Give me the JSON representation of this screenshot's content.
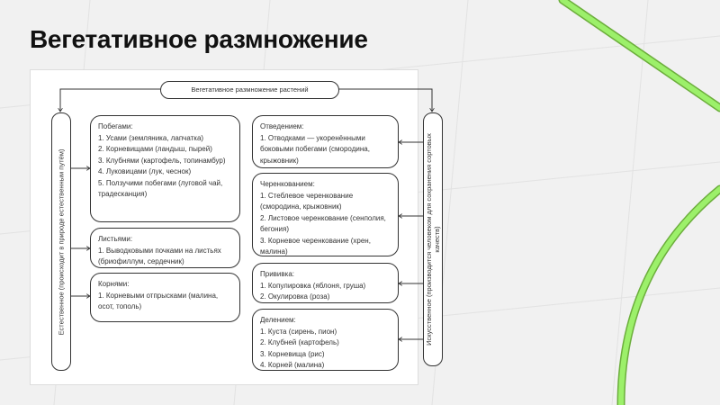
{
  "title": "Вегетативное размножение",
  "root": "Вегетативное размножение растений",
  "natural": "Естественное (происходит в природе естественным путём)",
  "artificial": {
    "line1": "Искусственное (производится человеком для сохранения сортовых",
    "line2": "качеств)"
  },
  "left_boxes": [
    {
      "heading": "Побегами:",
      "items": [
        "1. Усами (земляника, лапчатка)",
        "2. Корневищами (ландыш, пырей)",
        "3. Клубнями (картофель, топинамбур)",
        "4. Луковицами (лук, чеснок)",
        "5. Ползучими побегами (луговой чай, традесканция)"
      ]
    },
    {
      "heading": "Листьями:",
      "items": [
        "1. Выводковыми почками на листьях (бриофиллум, сердечник)"
      ]
    },
    {
      "heading": "Корнями:",
      "items": [
        "1. Корневыми отпрысками (малина, осот, тополь)"
      ]
    }
  ],
  "right_boxes": [
    {
      "heading": "Отведением:",
      "items": [
        "1. Отводками — укоренёнными боковыми побегами (смородина, крыжовник)"
      ]
    },
    {
      "heading": "Черенкованием:",
      "items": [
        "1. Стеблевое черенкование (смородина, крыжовник)",
        "2. Листовое черенкование (сенполия, бегония)",
        "3. Корневое черенкование (хрен, малина)"
      ]
    },
    {
      "heading": "Прививка:",
      "items": [
        "1. Копулировка (яблоня, груша)",
        "2. Окулировка (роза)"
      ]
    },
    {
      "heading": "Делением:",
      "items": [
        "1. Куста (сирень, пион)",
        "2. Клубней (картофель)",
        "3. Корневища (рис)",
        "4. Корней (малина)"
      ]
    }
  ],
  "colors": {
    "accent": "#8fe35a"
  }
}
